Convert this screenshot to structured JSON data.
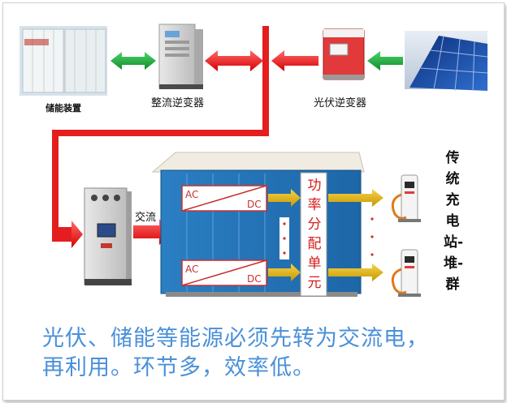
{
  "labels": {
    "storage": "储能装置",
    "rectifier": "整流逆变器",
    "pv_inverter": "光伏逆变器",
    "ac_flow": "交流",
    "ac1": "AC",
    "dc1": "DC",
    "ac2": "AC",
    "dc2": "DC",
    "power_unit": "功率分配单元",
    "station": "传统充电站-堆-群"
  },
  "caption": {
    "line1": "光伏、储能等能源必须先转为交流电，",
    "line2": "再利用。环节多，效率低。"
  },
  "colors": {
    "red_arrow": "#e41e1e",
    "green_arrow": "#1e9a3a",
    "gold_arrow": "#e0b000",
    "caption_blue": "#4a90d9"
  }
}
